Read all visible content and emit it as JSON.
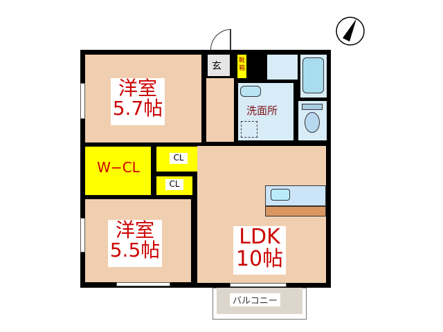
{
  "floorplan": {
    "compass": {
      "icon": "north-arrow-icon"
    },
    "rooms": [
      {
        "id": "western-room-1",
        "name": "洋室",
        "size": "5.7帖"
      },
      {
        "id": "western-room-2",
        "name": "洋室",
        "size": "5.5帖"
      },
      {
        "id": "ldk",
        "name": "LDK",
        "size": "10帖"
      }
    ],
    "labels": {
      "wcl": "W−CL",
      "cl1": "CL",
      "cl2": "CL",
      "entrance": "玄",
      "shoebox": "靴箱",
      "washroom": "洗面所",
      "balcony": "バルコニー"
    },
    "colors": {
      "floor": "#f0cfb0",
      "closet": "#ffff00",
      "wet_area": "#d8ecf8",
      "wall": "#000000",
      "label_text": "#cc0000",
      "counter": "#d99660"
    }
  }
}
